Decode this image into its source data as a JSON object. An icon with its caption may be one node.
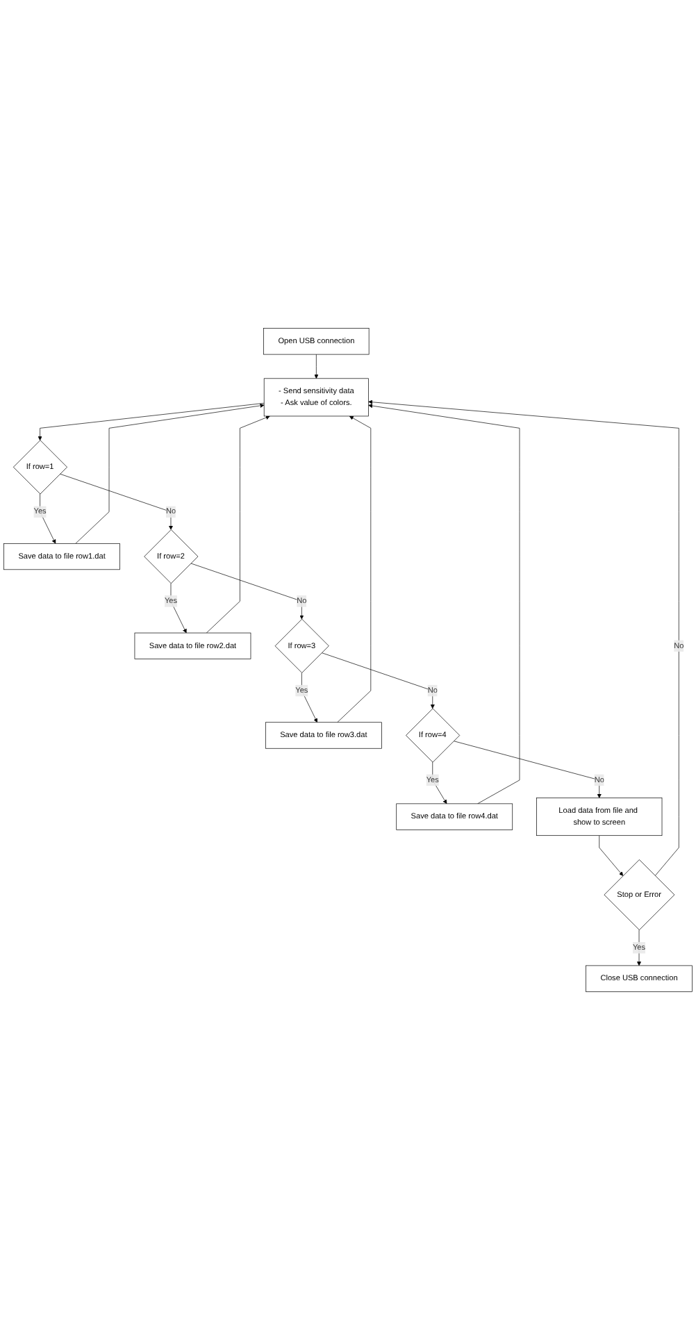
{
  "diagram": {
    "nodes": [
      {
        "text": [
          "Open USB connection"
        ]
      },
      {
        "text": [
          "- Send sensitivity data",
          "- Ask value of colors."
        ]
      },
      {
        "text": [
          "If row=1"
        ]
      },
      {
        "text": [
          "Save data to file row1.dat"
        ]
      },
      {
        "text": [
          "If row=2"
        ]
      },
      {
        "text": [
          "Save data to file row2.dat"
        ]
      },
      {
        "text": [
          "If row=3"
        ]
      },
      {
        "text": [
          "Save data to file row3.dat"
        ]
      },
      {
        "text": [
          "If row=4"
        ]
      },
      {
        "text": [
          "Save data to file row4.dat"
        ]
      },
      {
        "text": [
          "Load data from file and show to screen"
        ]
      },
      {
        "text": [
          "Stop or Error"
        ]
      },
      {
        "text": [
          "Close USB connection"
        ]
      }
    ],
    "edges": [
      {
        "from": 0,
        "to": 1,
        "arrow": "to"
      },
      {
        "from": 1,
        "to": 2,
        "arrow": "to"
      },
      {
        "from": 2,
        "to": 3,
        "arrow": "to",
        "label": "Yes"
      },
      {
        "from": 2,
        "to": 4,
        "arrow": "to",
        "label": "No"
      },
      {
        "from": 4,
        "to": 5,
        "arrow": "to",
        "label": "Yes"
      },
      {
        "from": 4,
        "to": 6,
        "arrow": "to",
        "label": "No"
      },
      {
        "from": 6,
        "to": 7,
        "arrow": "to",
        "label": "Yes"
      },
      {
        "from": 6,
        "to": 8,
        "arrow": "to",
        "label": "No"
      },
      {
        "from": 8,
        "to": 9,
        "arrow": "to",
        "label": "Yes"
      },
      {
        "from": 8,
        "to": 10,
        "arrow": "to",
        "label": "No"
      },
      {
        "from": 10,
        "to": 11,
        "arrow": "to"
      },
      {
        "from": 11,
        "to": 12,
        "arrow": "to",
        "label": "Yes"
      },
      {
        "from": 11,
        "to": 1,
        "arrow": "to",
        "label": "No"
      },
      {
        "from": 3,
        "to": 1,
        "arrow": "to"
      },
      {
        "from": 5,
        "to": 1,
        "arrow": "to"
      },
      {
        "from": 7,
        "to": 1,
        "arrow": "to"
      },
      {
        "from": 9,
        "to": 1,
        "arrow": "to"
      }
    ]
  }
}
